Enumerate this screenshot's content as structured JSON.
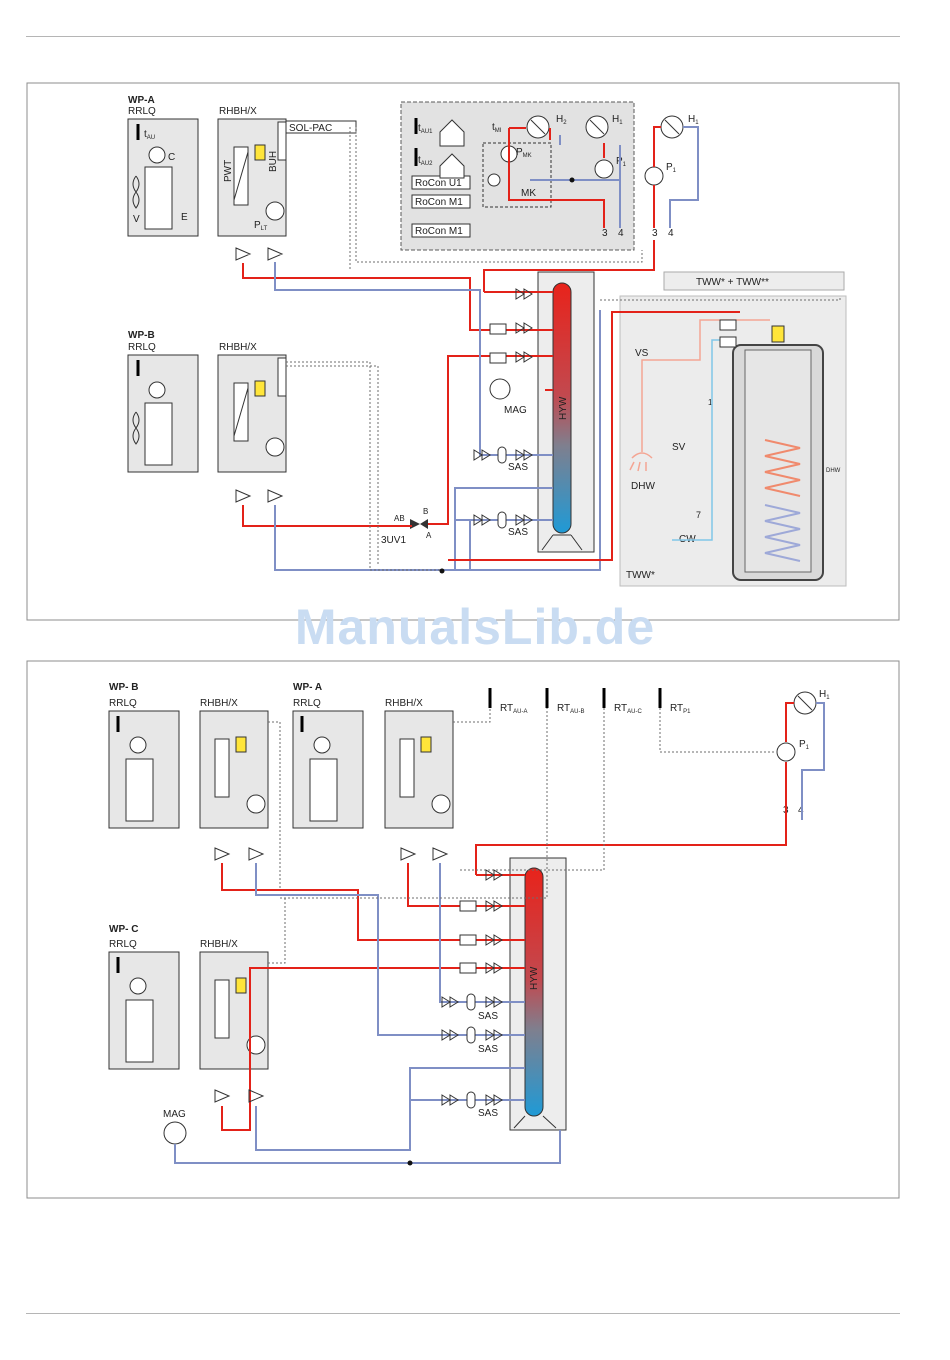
{
  "colors": {
    "supply": "#e32219",
    "return": "#7f8fc5",
    "control": "#6d6d6d",
    "unit_fill": "#e7e7e7",
    "hotwater_fill": "#ededed",
    "watermark": "#c9dcf2"
  },
  "watermark": "ManualsLib.de",
  "top": {
    "wp_a": {
      "title": "WP-A",
      "outdoor": "RRLQ",
      "indoor": "RHBH/X"
    },
    "wp_b": {
      "title": "WP-B",
      "outdoor": "RRLQ",
      "indoor": "RHBH/X"
    },
    "labels": {
      "sol_pac": "SOL-PAC",
      "rocon_u1": "RoCon U1",
      "rocon_m1a": "RoCon M1",
      "rocon_m1b": "RoCon M1",
      "tww": "TWW* + TWW**",
      "tww_star": "TWW*",
      "hyw": "HYW",
      "mag": "MAG",
      "sas1": "SAS",
      "sas2": "SAS",
      "uv1": "3UV1",
      "ab": "AB",
      "a": "A",
      "b": "B",
      "mk": "MK",
      "vs": "VS",
      "sv": "SV",
      "dhw": "DHW",
      "dhw_small": "DHW",
      "cw": "CW",
      "seven": "7",
      "one": "1",
      "three_a": "3",
      "four_a": "4",
      "three_b": "3",
      "four_b": "4",
      "tau1": "t",
      "tau1_sub": "AU1",
      "tau2": "t",
      "tau2_sub": "AU2",
      "tmi": "t",
      "tmi_sub": "MI",
      "pmk": "P",
      "pmk_sub": "MK",
      "h2": "H",
      "h2_sub": "2",
      "h1": "H",
      "h1_sub": "1",
      "p1": "P",
      "p1_sub": "1",
      "h1b": "H",
      "h1b_sub": "1",
      "p1b": "P",
      "p1b_sub": "1"
    }
  },
  "bottom": {
    "wp_b": {
      "title": "WP- B",
      "outdoor": "RRLQ",
      "indoor": "RHBH/X"
    },
    "wp_a": {
      "title": "WP- A",
      "outdoor": "RRLQ",
      "indoor": "RHBH/X"
    },
    "wp_c": {
      "title": "WP- C",
      "outdoor": "RRLQ",
      "indoor": "RHBH/X"
    },
    "labels": {
      "hyw": "HYW",
      "mag": "MAG",
      "sas1": "SAS",
      "sas2": "SAS",
      "sas3": "SAS",
      "three": "3",
      "four": "4",
      "h1": "H",
      "h1_sub": "1",
      "p1": "P",
      "p1_sub": "1"
    },
    "room_thermostats": [
      {
        "main": "RT",
        "sub": "AU-A"
      },
      {
        "main": "RT",
        "sub": "AU-B"
      },
      {
        "main": "RT",
        "sub": "AU-C"
      },
      {
        "main": "RT",
        "sub": "P1"
      }
    ]
  },
  "unit_labels": {
    "c": "C",
    "v": "V",
    "e": "E",
    "pwt": "PWT",
    "buh": "BUH",
    "tau": "t",
    "tau_sub": "AU",
    "plt": "P",
    "plt_sub": "LT"
  }
}
